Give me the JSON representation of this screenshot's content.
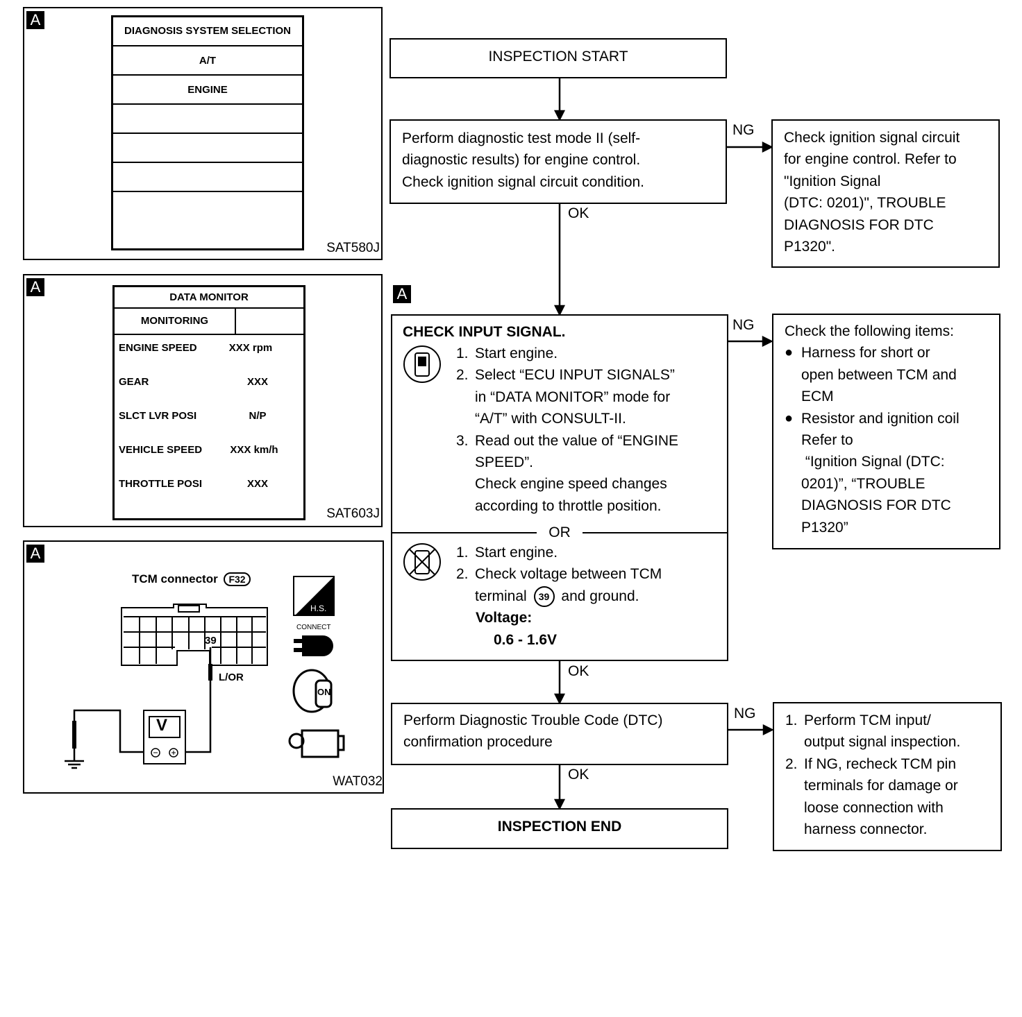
{
  "badge": "A",
  "panel1": {
    "code": "SAT580J",
    "title": "DIAGNOSIS SYSTEM SELECTION",
    "items": [
      "A/T",
      "ENGINE",
      "",
      "",
      "",
      ""
    ]
  },
  "panel2": {
    "code": "SAT603J",
    "title": "DATA MONITOR",
    "tab": "MONITORING",
    "rows": [
      {
        "label": "ENGINE SPEED",
        "value": "XXX rpm"
      },
      {
        "label": "GEAR",
        "value": "XXX"
      },
      {
        "label": "SLCT LVR POSI",
        "value": "N/P"
      },
      {
        "label": "VEHICLE SPEED",
        "value": "XXX km/h"
      },
      {
        "label": "THROTTLE POSI",
        "value": "XXX"
      }
    ]
  },
  "panel3": {
    "code": "WAT032",
    "connector_label": "TCM connector",
    "connector_id": "F32",
    "terminal": "39",
    "wire": "L/OR",
    "meter": "V",
    "icon_hs": "H.S.",
    "icon_connect": "CONNECT",
    "icon_on": "ON"
  },
  "flow": {
    "start": "INSPECTION START",
    "step1": [
      "Perform diagnostic test mode II (self-",
      "diagnostic results) for engine control.",
      "Check ignition signal circuit condition."
    ],
    "step1_ng": [
      "Check ignition signal circuit",
      "for engine control. Refer to",
      "\"Ignition Signal",
      "(DTC: 0201)\", TROUBLE",
      "DIAGNOSIS FOR DTC",
      "P1320\"."
    ],
    "ng": "NG",
    "ok": "OK",
    "or": "OR",
    "step2_title": "CHECK INPUT SIGNAL.",
    "step2a": [
      {
        "n": "1.",
        "lines": [
          "Start engine."
        ]
      },
      {
        "n": "2.",
        "lines": [
          "Select “ECU INPUT SIGNALS”",
          "in “DATA MONITOR” mode for",
          "“A/T” with CONSULT-II."
        ]
      },
      {
        "n": "3.",
        "lines": [
          "Read out the value of “ENGINE",
          "SPEED”.",
          "Check engine speed changes",
          "according to throttle position."
        ]
      }
    ],
    "step2b": [
      {
        "n": "1.",
        "lines": [
          "Start engine."
        ]
      },
      {
        "n": "2.",
        "lines": [
          "Check voltage between TCM",
          "terminal"
        ]
      }
    ],
    "step2b_terminal": "39",
    "step2b_tail": "and ground.",
    "voltage_label": "Voltage:",
    "voltage_value": "0.6 - 1.6V",
    "step2_ng_title": "Check the following items:",
    "step2_ng_items": [
      [
        "Harness for short or",
        "open between TCM and",
        "ECM"
      ],
      [
        "Resistor and ignition coil",
        "Refer to",
        " “Ignition Signal (DTC:",
        "0201)”, “TROUBLE",
        "DIAGNOSIS FOR DTC",
        "P1320”"
      ]
    ],
    "step3": [
      "Perform Diagnostic Trouble Code (DTC)",
      "confirmation procedure"
    ],
    "step3_ng": [
      {
        "n": "1.",
        "lines": [
          "Perform TCM input/",
          "output signal inspection."
        ]
      },
      {
        "n": "2.",
        "lines": [
          "If NG, recheck TCM pin",
          "terminals for damage or",
          "loose connection with",
          "harness connector."
        ]
      }
    ],
    "end": "INSPECTION END"
  }
}
